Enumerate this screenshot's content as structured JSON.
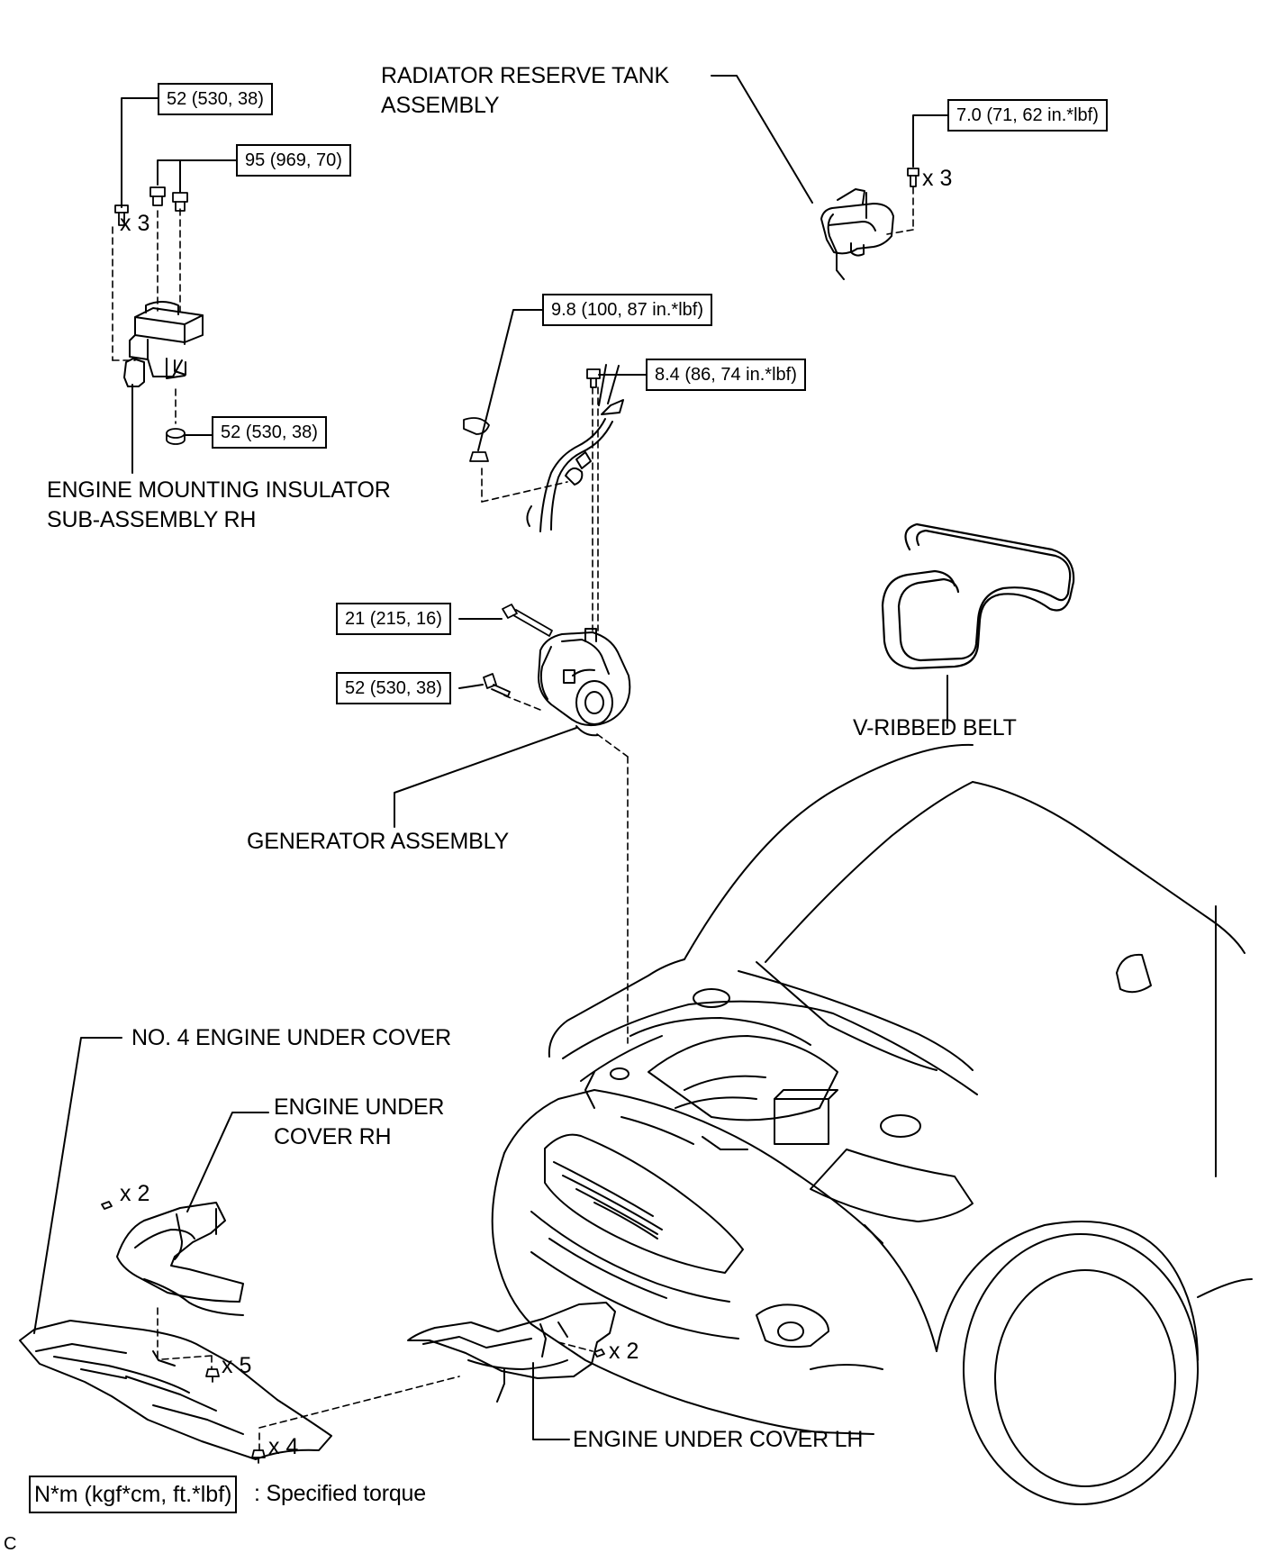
{
  "labels": {
    "radiator_reserve_tank": "RADIATOR RESERVE TANK\nASSEMBLY",
    "engine_mounting_insulator": "ENGINE MOUNTING INSULATOR\nSUB-ASSEMBLY RH",
    "v_ribbed_belt": "V-RIBBED BELT",
    "generator_assembly": "GENERATOR ASSEMBLY",
    "no4_engine_under_cover": "NO. 4 ENGINE UNDER COVER",
    "engine_under_cover_rh": "ENGINE UNDER\nCOVER RH",
    "engine_under_cover_lh": "ENGINE UNDER COVER LH"
  },
  "torques": {
    "mount_bolt_top": "52 (530, 38)",
    "mount_nuts": "95 (969, 70)",
    "mount_nut_bottom": "52 (530, 38)",
    "tank_bolt": "7.0 (71, 62 in.*lbf)",
    "terminal_nut": "9.8 (100, 87 in.*lbf)",
    "harness_bolt": "8.4 (86, 74 in.*lbf)",
    "generator_bolt_long": "21 (215, 16)",
    "generator_bolt_short": "52 (530, 38)"
  },
  "quantities": {
    "mount_bolts": "x 3",
    "tank_bolts": "x 3",
    "rh_cover_screws": "x 2",
    "no4_cover_screws_top": "x 5",
    "no4_cover_screws_bottom": "x 4",
    "lh_cover_screws": "x 2"
  },
  "legend": {
    "box_text": "N*m (kgf*cm, ft.*lbf)",
    "description": ": Specified torque"
  },
  "footer_code": "C"
}
